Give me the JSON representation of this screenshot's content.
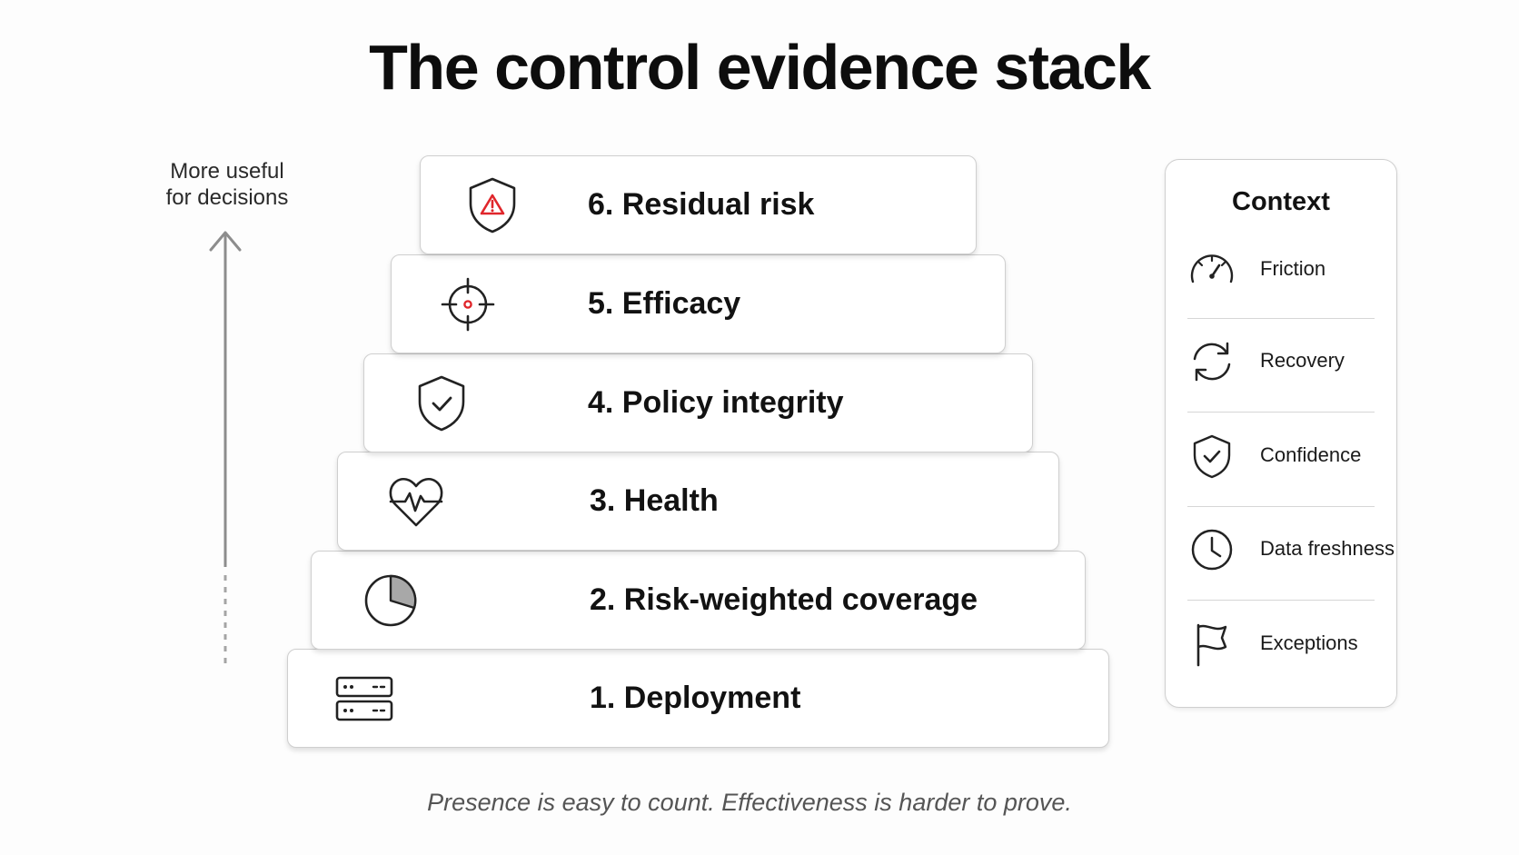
{
  "title": "The control evidence stack",
  "axis": {
    "label_line1": "More useful",
    "label_line2": "for decisions"
  },
  "steps": [
    {
      "label": "6. Residual risk",
      "icon": "shield-warning-icon"
    },
    {
      "label": "5. Efficacy",
      "icon": "target-crosshair-icon"
    },
    {
      "label": "4. Policy integrity",
      "icon": "shield-check-icon"
    },
    {
      "label": "3. Health",
      "icon": "heart-pulse-icon"
    },
    {
      "label": "2. Risk-weighted coverage",
      "icon": "pie-chart-icon"
    },
    {
      "label": "1. Deployment",
      "icon": "server-icon"
    }
  ],
  "context": {
    "title": "Context",
    "items": [
      {
        "label": "Friction",
        "icon": "speedometer-icon"
      },
      {
        "label": "Recovery",
        "icon": "refresh-icon"
      },
      {
        "label": "Confidence",
        "icon": "shield-check-icon"
      },
      {
        "label": "Data freshness",
        "icon": "clock-icon"
      },
      {
        "label": "Exceptions",
        "icon": "flag-icon"
      }
    ]
  },
  "caption": "Presence is easy to count. Effectiveness is harder to prove.",
  "colors": {
    "accent": "#e0262b",
    "text": "#111111",
    "muted": "#555555",
    "border": "#cfcfcf"
  }
}
